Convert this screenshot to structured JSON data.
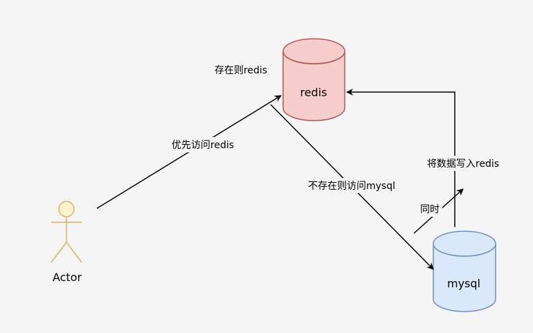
{
  "nodes": {
    "actor": {
      "label": "Actor"
    },
    "redis": {
      "label": "redis"
    },
    "mysql": {
      "label": "mysql"
    }
  },
  "edges": {
    "actor_to_redis": {
      "label": "优先访问redis"
    },
    "redis_exists": {
      "label": "存在则redis"
    },
    "redis_to_mysql": {
      "label": "不存在则访问mysql"
    },
    "mysql_to_redis": {
      "label": "将数据写入redis"
    },
    "simultaneous": {
      "label": "同时"
    }
  },
  "colors": {
    "background": "#f5f5f5",
    "redis_fill": "#f8cecc",
    "redis_stroke": "#b85450",
    "mysql_fill": "#dae8fc",
    "mysql_stroke": "#6c8ebf",
    "actor_fill": "#fff2cc",
    "actor_stroke": "#d6b656",
    "edge": "#000000"
  }
}
